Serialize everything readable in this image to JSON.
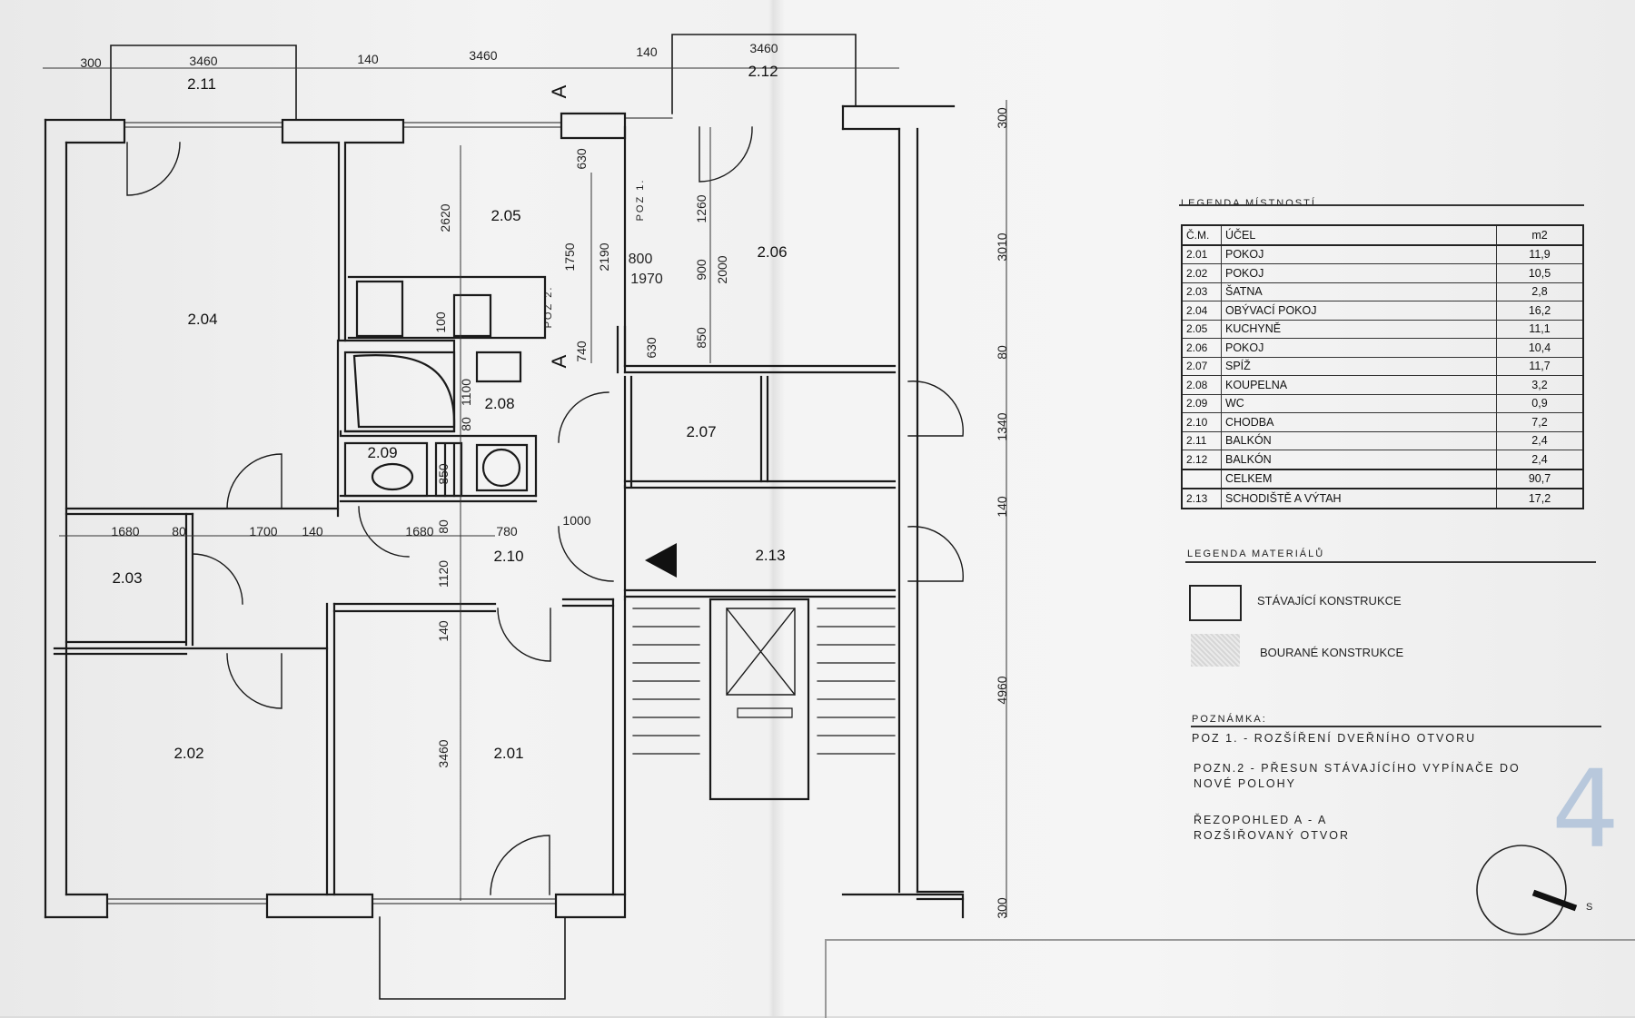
{
  "plan": {
    "rooms": [
      {
        "id": "2.01",
        "label": "2.01"
      },
      {
        "id": "2.02",
        "label": "2.02"
      },
      {
        "id": "2.03",
        "label": "2.03"
      },
      {
        "id": "2.04",
        "label": "2.04"
      },
      {
        "id": "2.05",
        "label": "2.05"
      },
      {
        "id": "2.06",
        "label": "2.06"
      },
      {
        "id": "2.07",
        "label": "2.07"
      },
      {
        "id": "2.08",
        "label": "2.08"
      },
      {
        "id": "2.09",
        "label": "2.09"
      },
      {
        "id": "2.10",
        "label": "2.10"
      },
      {
        "id": "2.11",
        "label": "2.11"
      },
      {
        "id": "2.12",
        "label": "2.12"
      },
      {
        "id": "2.13",
        "label": "2.13"
      }
    ],
    "dims_top": [
      "300",
      "3460",
      "140",
      "3460",
      "140",
      "3460"
    ],
    "dims_right": [
      "300",
      "3010",
      "80",
      "1340",
      "140",
      "4960",
      "300"
    ],
    "dims_interior": [
      "2620",
      "630",
      "1750",
      "2190",
      "800",
      "1970",
      "1260",
      "900",
      "2000",
      "850",
      "630",
      "740",
      "100",
      "1100",
      "80",
      "850",
      "80",
      "1680",
      "80",
      "1700",
      "140",
      "1680",
      "780",
      "1000",
      "1120",
      "140",
      "3460"
    ],
    "section_mark": "A",
    "poz1": "POZ 1.",
    "poz2": "POZ 2."
  },
  "legend_rooms": {
    "title": "LEGENDA MÍSTNOSTÍ",
    "headers": [
      "Č.M.",
      "ÚČEL",
      "m2"
    ],
    "rows": [
      [
        "2.01",
        "POKOJ",
        "11,9"
      ],
      [
        "2.02",
        "POKOJ",
        "10,5"
      ],
      [
        "2.03",
        "ŠATNA",
        "2,8"
      ],
      [
        "2.04",
        "OBÝVACÍ POKOJ",
        "16,2"
      ],
      [
        "2.05",
        "KUCHYNĚ",
        "11,1"
      ],
      [
        "2.06",
        "POKOJ",
        "10,4"
      ],
      [
        "2.07",
        "SPÍŽ",
        "11,7"
      ],
      [
        "2.08",
        "KOUPELNA",
        "3,2"
      ],
      [
        "2.09",
        "WC",
        "0,9"
      ],
      [
        "2.10",
        "CHODBA",
        "7,2"
      ],
      [
        "2.11",
        "BALKÓN",
        "2,4"
      ],
      [
        "2.12",
        "BALKÓN",
        "2,4"
      ]
    ],
    "total": [
      "",
      "CELKEM",
      "90,7"
    ],
    "extra": [
      "2.13",
      "SCHODIŠTĚ A VÝTAH",
      "17,2"
    ]
  },
  "legend_materials": {
    "title": "LEGENDA MATERIÁLŮ",
    "items": [
      {
        "label": "STÁVAJÍCÍ KONSTRUKCE",
        "style": "outline"
      },
      {
        "label": "BOURANÉ KONSTRUKCE",
        "style": "dotted"
      }
    ]
  },
  "note": {
    "title": "POZNÁMKA:",
    "lines": [
      "POZ 1. - ROZŠÍŘENÍ DVEŘNÍHO OTVORU",
      "POZN.2 - PŘESUN STÁVAJÍCÍHO VYPÍNAČE DO",
      "NOVÉ POLOHY",
      "ŘEZOPOHLED A - A",
      "ROZŠIŘOVANÝ OTVOR"
    ]
  },
  "page_number": "4",
  "north_label": "S",
  "colors": {
    "wall": "#1a1a1a",
    "paper": "#f2f2f2",
    "page_number": "#b8c8dc"
  }
}
